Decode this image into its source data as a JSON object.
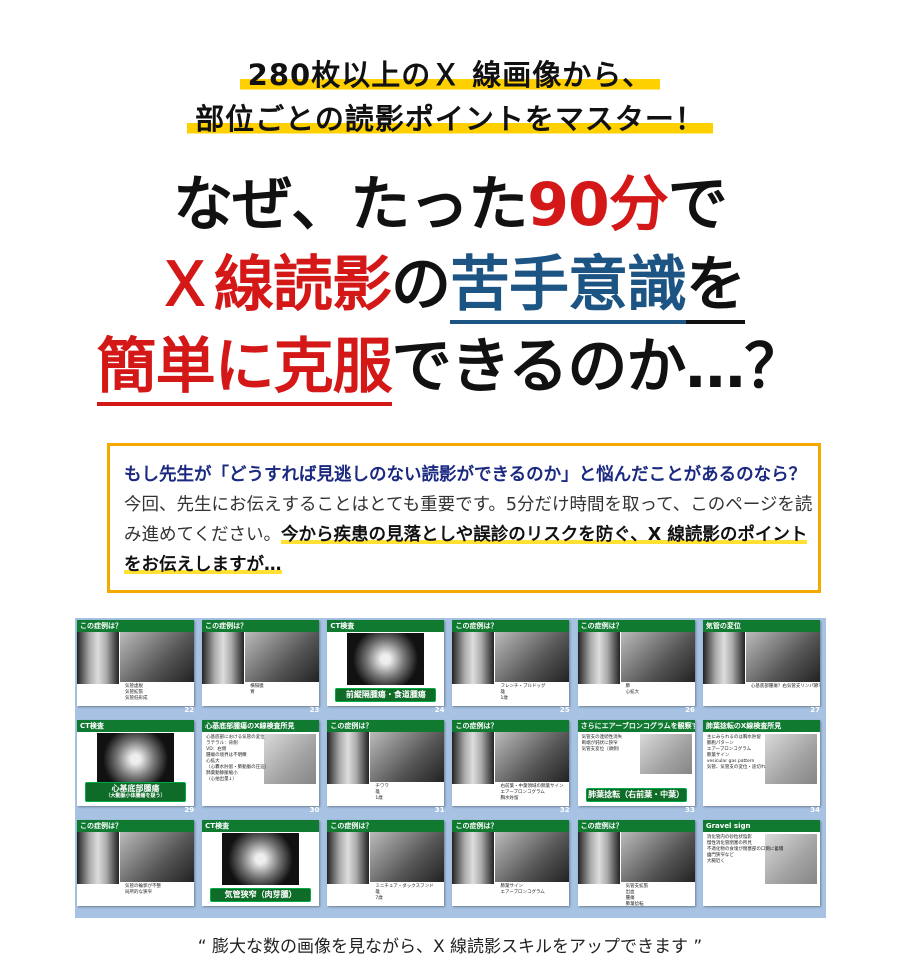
{
  "subheadline": {
    "line1": "280枚以上のＸ 線画像から、",
    "line2": "部位ごとの読影ポイントをマスター！"
  },
  "headline": {
    "line1": {
      "a": "なぜ、たった",
      "b": "90分",
      "c": "で"
    },
    "line2": {
      "a": "Ｘ線読影",
      "b": "の",
      "c": "苦手意識",
      "d": "を"
    },
    "line3": {
      "a": "簡単に克服",
      "b": "できるのか…？"
    }
  },
  "intro": {
    "navy": "もし先生が「どうすれば見逃しのない読影ができるのか」と悩んだことがあるのなら？",
    "plain": " 今回、先生にお伝えすることはとても重要です。5分だけ時間を取って、このページを読み進めてください。",
    "highlight": "今から疾患の見落としや誤診のリスクを防ぐ、X 線読影のポイントをお伝えしますが…"
  },
  "slides": [
    {
      "title": "この症例は？",
      "number": "22",
      "bullets": [
        "気管虚脱",
        "気管拡張",
        "気管低形成"
      ]
    },
    {
      "title": "この症例は？",
      "number": "23",
      "bullets": [
        "横隔膜",
        "胃"
      ]
    },
    {
      "title": "CT検査",
      "number": "24",
      "banner": "前縦隔腫瘍・食道腫瘍"
    },
    {
      "title": "この症例は？",
      "number": "25",
      "bullets": [
        "フレンチ・ブルドッグ",
        "雄",
        "1歳"
      ]
    },
    {
      "title": "この症例は？",
      "number": "26",
      "bullets": [
        "肺",
        "心拡大"
      ]
    },
    {
      "title": "気管の変位",
      "number": "27",
      "bullets": [
        "心基底部腫瘍？右気管支リンパ節？"
      ]
    },
    {
      "title": "CT検査",
      "number": "29",
      "banner": "心基底部腫瘍",
      "banner_sub": "（大動脈小体腫瘍を疑う）"
    },
    {
      "title": "心基底部腫瘍のX線検査所見",
      "number": "30",
      "bullets": [
        "心基底部における気管の変位",
        "ラテラル：背側",
        "VD：右側",
        "腫瘍の境界は不明瞭",
        "心拡大",
        "（心嚢水貯留・肺動脈の圧迫）",
        "肺葉動静脈縮小",
        "（心拍出量↓）"
      ]
    },
    {
      "title": "この症例は？",
      "number": "31",
      "bullets": [
        "チワワ",
        "雄",
        "1歳"
      ]
    },
    {
      "title": "この症例は？",
      "number": "32",
      "bullets": [
        "右前葉・中葉領域の肺葉サイン",
        "エアーブロンコグラム",
        "胸水貯留"
      ]
    },
    {
      "title": "さらにエアーブロンコグラムを観察すると",
      "number": "33",
      "bullets": [
        "気管支の連続性消失",
        "断端が鈍状に狭窄",
        "気管支変位（頭側）"
      ],
      "banner": "肺葉捻転（右前葉・中葉）"
    },
    {
      "title": "肺葉捻転のX線検査所見",
      "number": "34",
      "bullets": [
        "主にみられるのは胸水貯留",
        "肺胞パターン",
        "エアーブロンコグラム",
        "肺葉サイン",
        "vesicular gas pattern",
        "気管、気管支の変位・途切れ"
      ]
    },
    {
      "title": "この症例は？",
      "bullets": [
        "気管の輪郭が不整",
        "局所的な狭窄"
      ]
    },
    {
      "title": "CT検査",
      "banner": "気管狭窄（肉芽腫）"
    },
    {
      "title": "この症例は？",
      "bullets": [
        "ミニチュア・ダックスフンド",
        "雄",
        "7歳"
      ]
    },
    {
      "title": "この症例は？",
      "bullets": [
        "肺葉サイン",
        "エアーブロンコグラム"
      ]
    },
    {
      "title": "この症例は？",
      "bullets": [
        "気管支拡張",
        "出血",
        "腫瘍",
        "肺葉捻転"
      ]
    },
    {
      "title": "Gravel sign",
      "bullets": [
        "消化管内の砂粒状陰影",
        "慢性消化管閉塞の所見",
        "不適化物の食塊が閉塞部の口側に蓄積",
        "幽門狭窄など",
        "大腸近く"
      ]
    }
  ],
  "caption": "“ 膨大な数の画像を見ながら、X 線読影スキルをアップできます ”",
  "colors": {
    "red": "#d41818",
    "blue": "#1c5484",
    "highlight": "#ffd000",
    "border": "#f5a800",
    "slide_header": "#0f7a30",
    "grid_bg": "#a7c2e3",
    "navy": "#1b2a80"
  }
}
